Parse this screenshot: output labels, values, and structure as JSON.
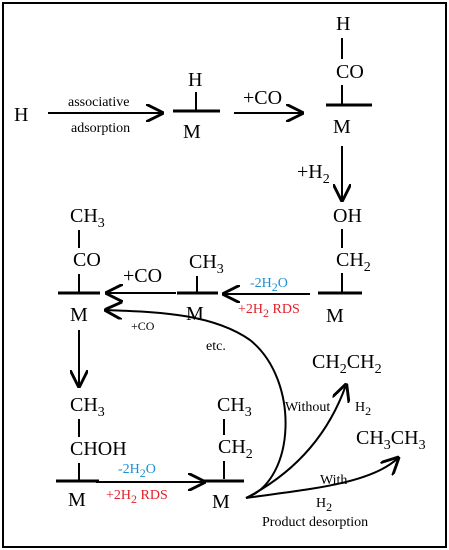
{
  "labels": {
    "h_start": "H",
    "assoc_line1": "associative",
    "assoc_line2": "adsorption",
    "h_on_metal": "H",
    "m": "M",
    "plus_co_1": "+CO",
    "h_top": "H",
    "co_top": "CO",
    "plus_h2_base": "+H",
    "plus_h2_sub": "2",
    "oh": "OH",
    "ch2_base": "CH",
    "ch2_sub": "2",
    "minus_2h2o_base": "-2H",
    "minus_2h2o_sub": "2",
    "minus_2h2o_tail": "O",
    "plus_2h2_rds_base": "+2H",
    "plus_2h2_rds_sub": "2",
    "plus_2h2_rds_tail": " RDS",
    "ch3_base": "CH",
    "ch3_sub": "3",
    "co": "CO",
    "plus_co_2": "+CO",
    "plus_co_3": "+CO",
    "etc": "etc.",
    "choh": "CHOH",
    "without_h2": "Without",
    "h2_base": "H",
    "h2_sub": "2",
    "with": "With",
    "product_desorption": "Product desorption",
    "ch2ch2_base": "CH",
    "ch2ch2_mid": "CH",
    "ch3ch3_base": "CH",
    "ch3ch3_mid": "CH"
  }
}
